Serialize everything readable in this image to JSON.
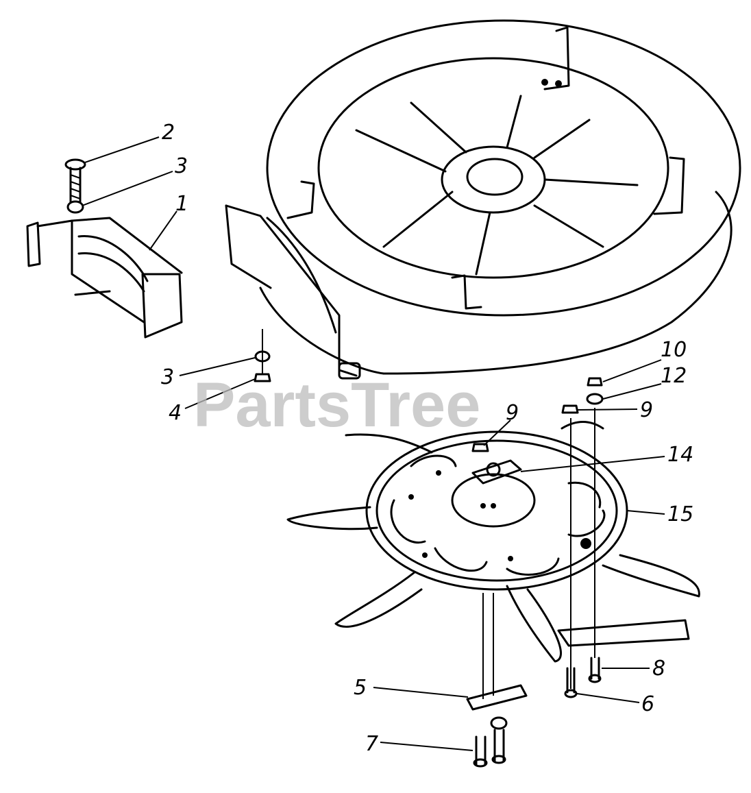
{
  "watermark": "PartsTree",
  "callouts": [
    {
      "id": "c1",
      "label": "1"
    },
    {
      "id": "c2",
      "label": "2"
    },
    {
      "id": "c3a",
      "label": "3"
    },
    {
      "id": "c3b",
      "label": "3"
    },
    {
      "id": "c4",
      "label": "4"
    },
    {
      "id": "c5",
      "label": "5"
    },
    {
      "id": "c6",
      "label": "6"
    },
    {
      "id": "c7",
      "label": "7"
    },
    {
      "id": "c8",
      "label": "8"
    },
    {
      "id": "c9a",
      "label": "9"
    },
    {
      "id": "c9b",
      "label": "9"
    },
    {
      "id": "c10",
      "label": "10"
    },
    {
      "id": "c12",
      "label": "12"
    },
    {
      "id": "c14",
      "label": "14"
    },
    {
      "id": "c15",
      "label": "15"
    }
  ]
}
